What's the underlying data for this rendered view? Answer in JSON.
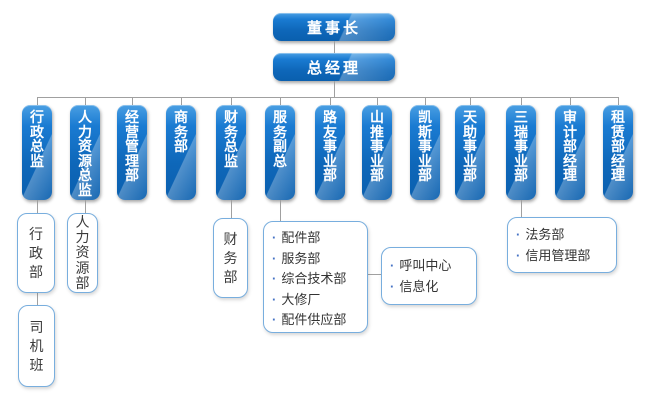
{
  "org": {
    "chairman": "董事长",
    "general_manager": "总经理",
    "columns": [
      {
        "label": "行政总监"
      },
      {
        "label": "人力资源总监"
      },
      {
        "label": "经营管理部"
      },
      {
        "label": "商务部"
      },
      {
        "label": "财务总监"
      },
      {
        "label": "服务副总"
      },
      {
        "label": "路友事业部"
      },
      {
        "label": "山推事业部"
      },
      {
        "label": "凯斯事业部"
      },
      {
        "label": "天助事业部"
      },
      {
        "label": "三瑞事业部"
      },
      {
        "label": "审计部经理"
      },
      {
        "label": "租赁部经理"
      }
    ],
    "sub_boxes": {
      "admin_dept": "行政部",
      "driver_team": "司机班",
      "hr_dept": "人力资源部",
      "finance_dept": "财务部"
    },
    "lists": {
      "service": {
        "items": [
          "配件部",
          "服务部",
          "综合技术部",
          "大修厂",
          "配件供应部"
        ]
      },
      "call_center": {
        "items": [
          "呼叫中心",
          "信息化"
        ]
      },
      "legal": {
        "items": [
          "法务部",
          "信用管理部"
        ]
      }
    }
  },
  "colors": {
    "node_blue": "#1277cf",
    "node_blue_dark": "#0a5fae",
    "child_border": "#78aede",
    "bullet_blue": "#4472c4",
    "connector_gray": "#a0a0a0",
    "text_dark": "#3b3b3b"
  }
}
